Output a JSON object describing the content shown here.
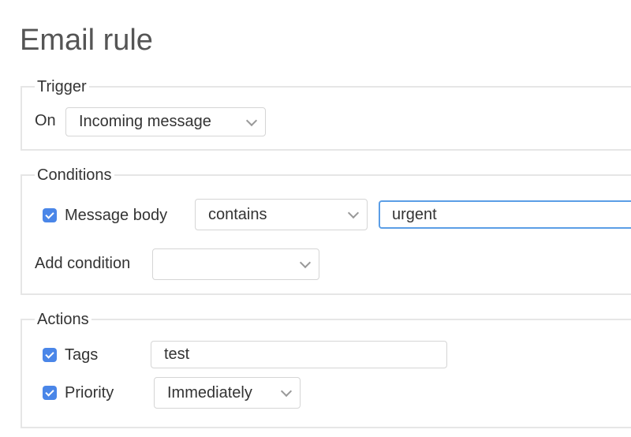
{
  "title": "Email rule",
  "trigger": {
    "legend": "Trigger",
    "on_label": "On",
    "on_value": "Incoming message"
  },
  "conditions": {
    "legend": "Conditions",
    "items": [
      {
        "checked": true,
        "field": "Message body",
        "operator": "contains",
        "value": "urgent"
      }
    ],
    "add_label": "Add condition",
    "add_value": ""
  },
  "actions": {
    "legend": "Actions",
    "tags": {
      "checked": true,
      "label": "Tags",
      "value": "test"
    },
    "priority": {
      "checked": true,
      "label": "Priority",
      "value": "Immediately"
    }
  },
  "colors": {
    "accent": "#4a86e8",
    "focus_border": "#5b9ee6"
  }
}
